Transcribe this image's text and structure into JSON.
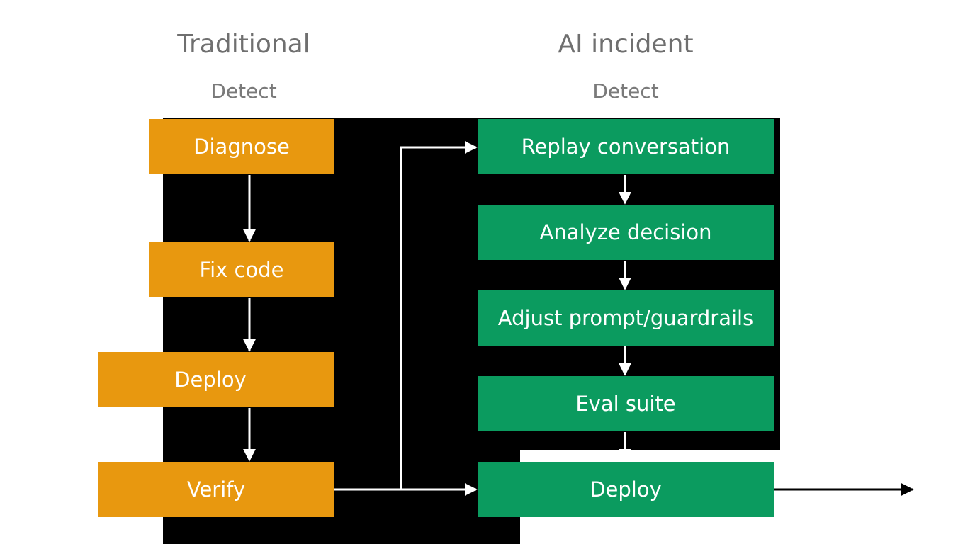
{
  "columns": {
    "traditional": {
      "title": "Traditional",
      "subtitle": "Detect"
    },
    "ai": {
      "title": "AI incident",
      "subtitle": "Detect"
    }
  },
  "traditional_steps": [
    "Diagnose",
    "Fix code",
    "Deploy",
    "Verify"
  ],
  "ai_steps": [
    "Replay conversation",
    "Analyze decision",
    "Adjust prompt/guardrails",
    "Eval suite",
    "Deploy"
  ],
  "colors": {
    "traditional_box": "#e8980f",
    "ai_box": "#0b9b5f",
    "box_text": "#ffffff",
    "background_panel": "#000000",
    "arrow_light": "#ffffff",
    "arrow_dark": "#000000"
  }
}
